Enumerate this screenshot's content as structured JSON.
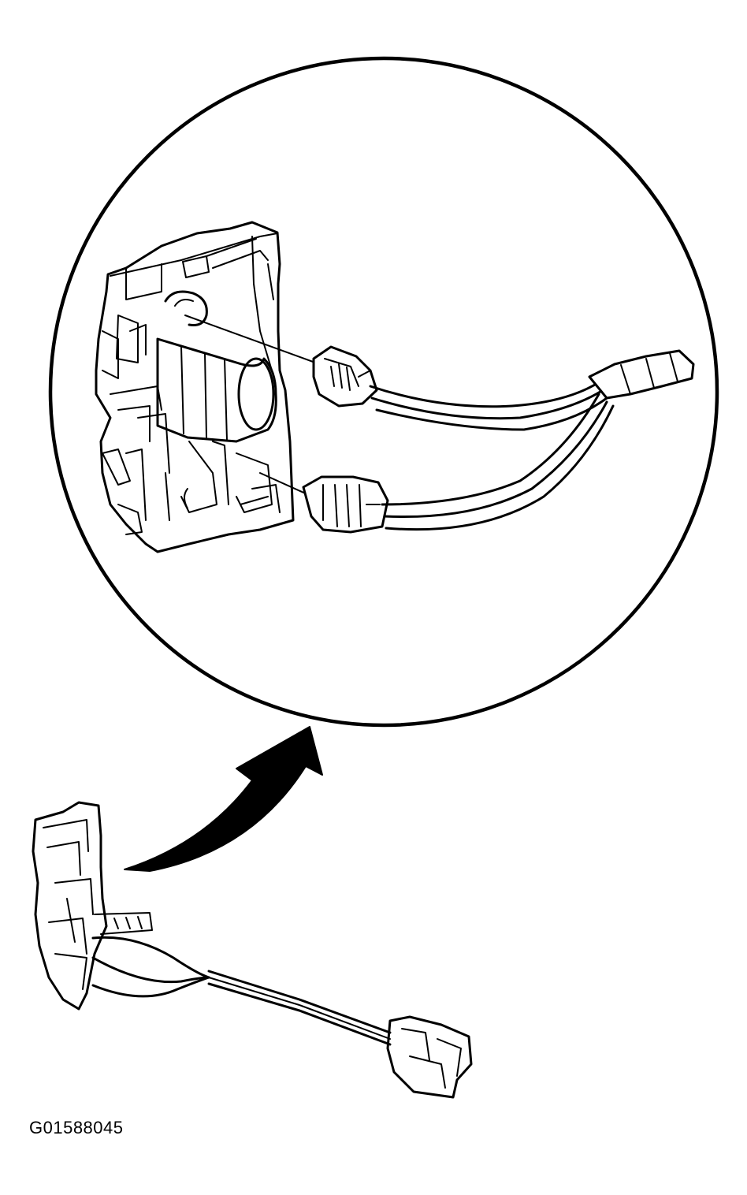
{
  "figure": {
    "code": "G01588045"
  },
  "diagram": {
    "elements": [
      "magnified-detail-circle",
      "actuator-housing",
      "upper-connector",
      "lower-connector",
      "wire-harness",
      "harness-sleeve",
      "curved-arrow",
      "actuator-assembly-small"
    ]
  },
  "colors": {
    "ink": "#000000",
    "background": "#ffffff"
  }
}
